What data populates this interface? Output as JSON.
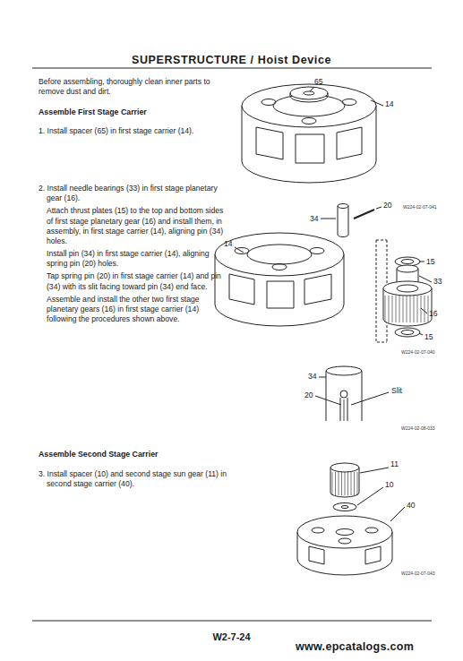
{
  "diagram": {
    "title": "SUPERSTRUCTURE / Hoist Device",
    "labels": [
      "Before assembling, thoroughly clean inner parts to remove dust and dirt.",
      "Assemble First Stage Carrier",
      "1. Install spacer (65) in first stage carrier (14).",
      "2. Install needle bearings (33) in first stage planetary gear (16).",
      "Attach thrust plates (15) to the top and bottom sides of first stage planetary gear (16) and install them, in assembly, in first stage carrier (14), aligning pin (34) holes.",
      "Install pin (34) in first stage carrier (14), aligning spring pin (20) holes.",
      "Tap spring pin (20) in first stage carrier (14) and pin (34) with its slit facing toward pin (34) end face.",
      "Assemble and install the other two first stage planetary gears (16) in first stage carrier (14) following the procedures shown above.",
      "Assemble Second Stage Carrier",
      "3. Install spacer (10) and second stage sun gear (11) in second stage carrier (40).",
      "65",
      "14",
      "W224-02-07-041",
      "20",
      "34",
      "14",
      "15",
      "33",
      "16",
      "15",
      "W224-02-07-040",
      "34",
      "20",
      "Slit",
      "W224-02-08-033",
      "11",
      "10",
      "40",
      "W224-02-07-043",
      "W2-7-24",
      "www.epcatalogs.com"
    ]
  }
}
